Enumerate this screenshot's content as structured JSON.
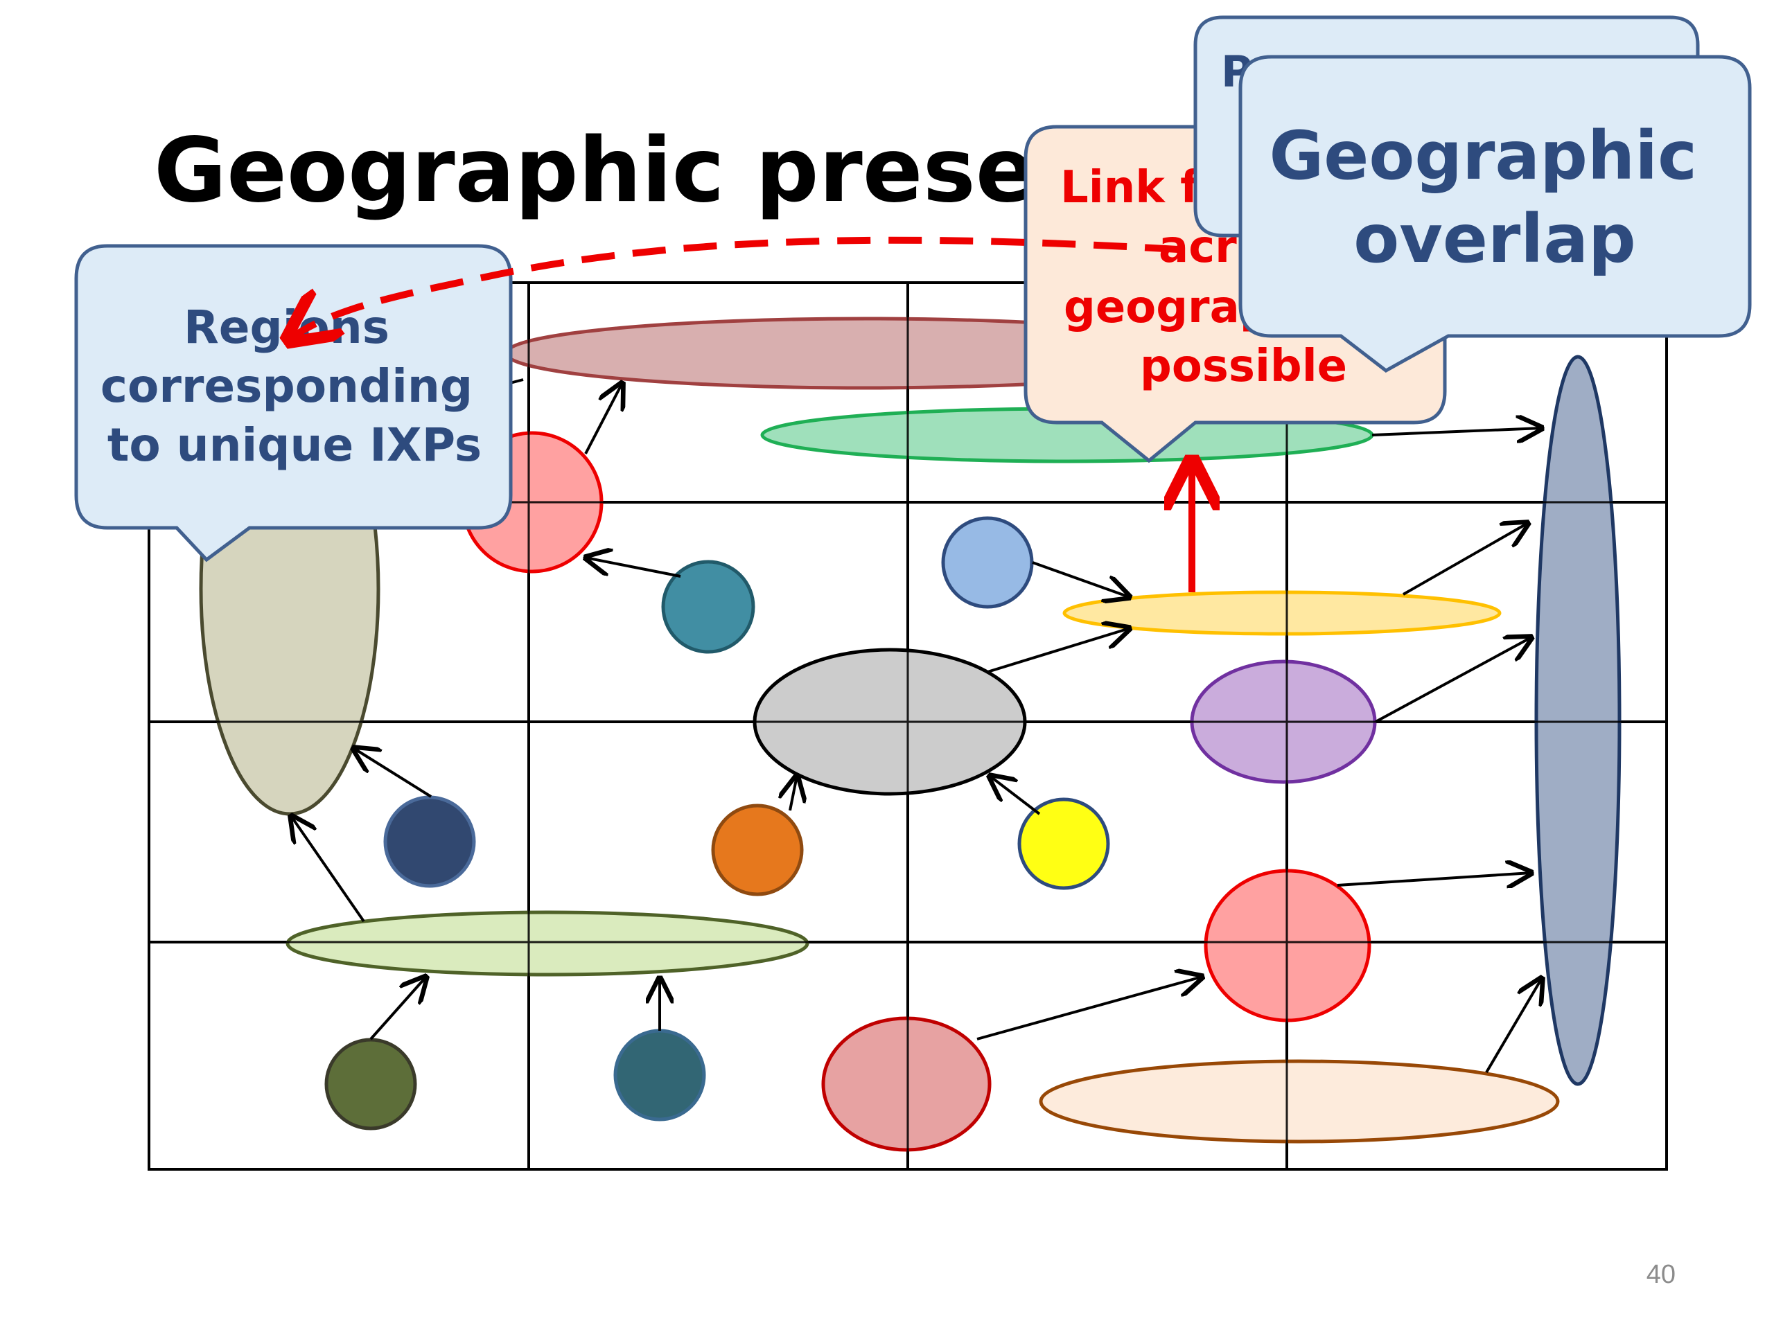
{
  "slide": {
    "title": "Geographic presence",
    "page_number": "40"
  },
  "callouts": {
    "regions": {
      "lines": [
        "Regions",
        "corresponding",
        "to unique IXPs"
      ]
    },
    "link_possible": {
      "lines": [
        "Link f",
        "acr",
        "geograp",
        "possible"
      ]
    },
    "peering_hidden": {
      "text": "P"
    },
    "geographic_overlap": {
      "lines": [
        "Geographic",
        "overlap"
      ]
    }
  },
  "colors": {
    "callout_blue_fill": "#DDEBF7",
    "callout_blue_stroke": "#41608F",
    "callout_blue_text": "#2E4B7E",
    "callout_peach_fill": "#FDE9D9",
    "red_text": "#EE0000",
    "grid": "#000000"
  },
  "regions": [
    {
      "name": "region-brown-ellipse",
      "fill": "#D5A8A8",
      "stroke": "#A04040"
    },
    {
      "name": "region-green-ellipse",
      "fill": "#97DDB5",
      "stroke": "#1FAF55"
    },
    {
      "name": "region-khaki-ellipse",
      "fill": "#D3D1B9",
      "stroke": "#4A4A2F"
    },
    {
      "name": "region-red-circle-top",
      "fill": "#FF9999",
      "stroke": "#EE0000"
    },
    {
      "name": "region-teal-circle",
      "fill": "#31849B",
      "stroke": "#215A6A"
    },
    {
      "name": "region-lightblue-circle",
      "fill": "#8EB4E3",
      "stroke": "#2E4B7E"
    },
    {
      "name": "region-yellow-ellipse",
      "fill": "#FFE699",
      "stroke": "#FFC000"
    },
    {
      "name": "region-gray-ellipse",
      "fill": "#C8C8C8",
      "stroke": "#000000"
    },
    {
      "name": "region-purple-ellipse",
      "fill": "#C5A5D9",
      "stroke": "#7030A0"
    },
    {
      "name": "region-navy-circle",
      "fill": "#1F3864",
      "stroke": "#4A6A9A"
    },
    {
      "name": "region-orange-circle",
      "fill": "#E46C0A",
      "stroke": "#8F4A10"
    },
    {
      "name": "region-yellow-circle",
      "fill": "#FFFF00",
      "stroke": "#2E4B7E"
    },
    {
      "name": "region-lightgreen-ellipse",
      "fill": "#D7E9B8",
      "stroke": "#4F6228"
    },
    {
      "name": "region-red-circle-right",
      "fill": "#FF9999",
      "stroke": "#EE0000"
    },
    {
      "name": "region-olive-circle",
      "fill": "#4F6228",
      "stroke": "#3A3A2A"
    },
    {
      "name": "region-darkteal-circle",
      "fill": "#215968",
      "stroke": "#3A6A90"
    },
    {
      "name": "region-rose-circle",
      "fill": "#E59A9A",
      "stroke": "#C00000"
    },
    {
      "name": "region-peach-ellipse",
      "fill": "#FDE9D9",
      "stroke": "#984806"
    },
    {
      "name": "region-slate-ellipse",
      "fill": "#97A6C0",
      "stroke": "#1F3864"
    }
  ]
}
